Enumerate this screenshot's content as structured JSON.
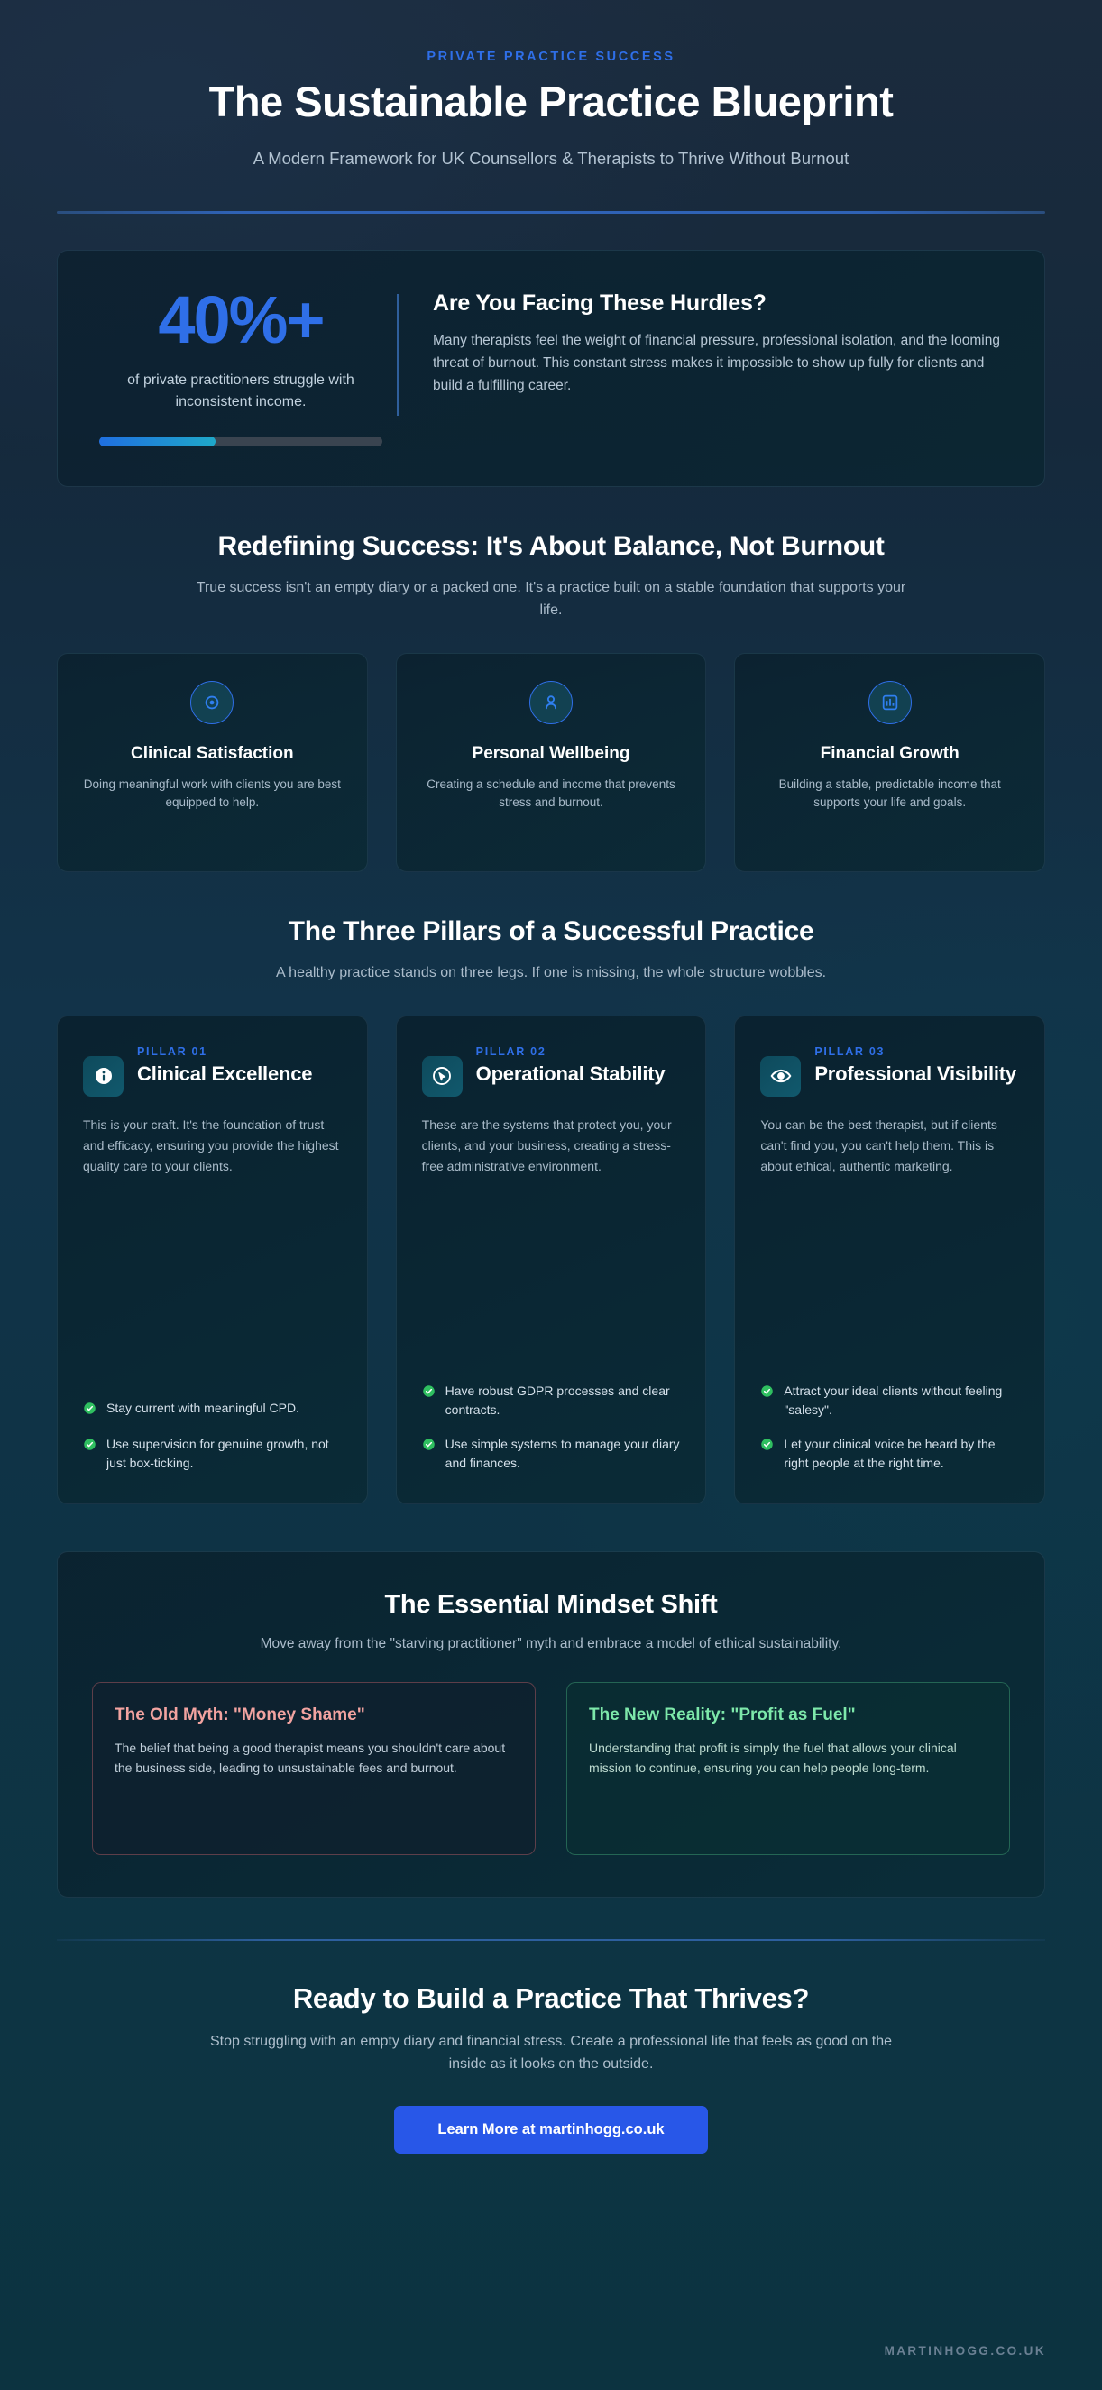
{
  "hero": {
    "eyebrow": "PRIVATE PRACTICE SUCCESS",
    "title": "The Sustainable Practice Blueprint",
    "subtitle": "A Modern Framework for UK Counsellors & Therapists to Thrive Without Burnout"
  },
  "stat": {
    "number": "40%+",
    "caption": "of private practitioners struggle with inconsistent income.",
    "progress_percent": 41,
    "heading": "Are You Facing These Hurdles?",
    "body": "Many therapists feel the weight of financial pressure, professional isolation, and the looming threat of burnout. This constant stress makes it impossible to show up fully for clients and build a fulfilling career."
  },
  "redefining": {
    "title": "Redefining Success: It's About Balance, Not Burnout",
    "subtitle": "True success isn't an empty diary or a packed one. It's a practice built on a stable foundation that supports your life.",
    "cards": [
      {
        "icon": "target-icon",
        "title": "Clinical Satisfaction",
        "body": "Doing meaningful work with clients you are best equipped to help."
      },
      {
        "icon": "person-icon",
        "title": "Personal Wellbeing",
        "body": "Creating a schedule and income that prevents stress and burnout."
      },
      {
        "icon": "bar-chart-icon",
        "title": "Financial Growth",
        "body": "Building a stable, predictable income that supports your life and goals."
      }
    ]
  },
  "pillars": {
    "title": "The Three Pillars of a Successful Practice",
    "subtitle": "A healthy practice stands on three legs. If one is missing, the whole structure wobbles.",
    "cards": [
      {
        "eyebrow": "PILLAR 01",
        "icon": "info-icon",
        "title": "Clinical Excellence",
        "desc": "This is your craft. It's the foundation of trust and efficacy, ensuring you provide the highest quality care to your clients.",
        "points": [
          "Stay current with meaningful CPD.",
          "Use supervision for genuine growth, not just box-ticking."
        ]
      },
      {
        "eyebrow": "PILLAR 02",
        "icon": "shield-cursor-icon",
        "title": "Operational Stability",
        "desc": "These are the systems that protect you, your clients, and your business, creating a stress-free administrative environment.",
        "points": [
          "Have robust GDPR processes and clear contracts.",
          "Use simple systems to manage your diary and finances."
        ]
      },
      {
        "eyebrow": "PILLAR 03",
        "icon": "eye-icon",
        "title": "Professional Visibility",
        "desc": "You can be the best therapist, but if clients can't find you, you can't help them. This is about ethical, authentic marketing.",
        "points": [
          "Attract your ideal clients without feeling \"salesy\".",
          "Let your clinical voice be heard by the right people at the right time."
        ]
      }
    ]
  },
  "mindset": {
    "title": "The Essential Mindset Shift",
    "subtitle": "Move away from the \"starving practitioner\" myth and embrace a model of ethical sustainability.",
    "myth": {
      "title": "The Old Myth: \"Money Shame\"",
      "body": "The belief that being a good therapist means you shouldn't care about the business side, leading to unsustainable fees and burnout."
    },
    "reality": {
      "title": "The New Reality: \"Profit as Fuel\"",
      "body": "Understanding that profit is simply the fuel that allows your clinical mission to continue, ensuring you can help people long-term."
    }
  },
  "cta": {
    "title": "Ready to Build a Practice That Thrives?",
    "body": "Stop struggling with an empty diary and financial stress. Create a professional life that feels as good on the inside as it looks on the outside.",
    "button": "Learn More at martinhogg.co.uk",
    "brandmark": "MARTINHOGG.CO.UK"
  },
  "colors": {
    "accent_blue": "#2f6fe8",
    "button_blue": "#2857e8",
    "check_green": "#2fbf60",
    "myth_rose": "#f2a3a0",
    "reality_green": "#7de8aa"
  }
}
